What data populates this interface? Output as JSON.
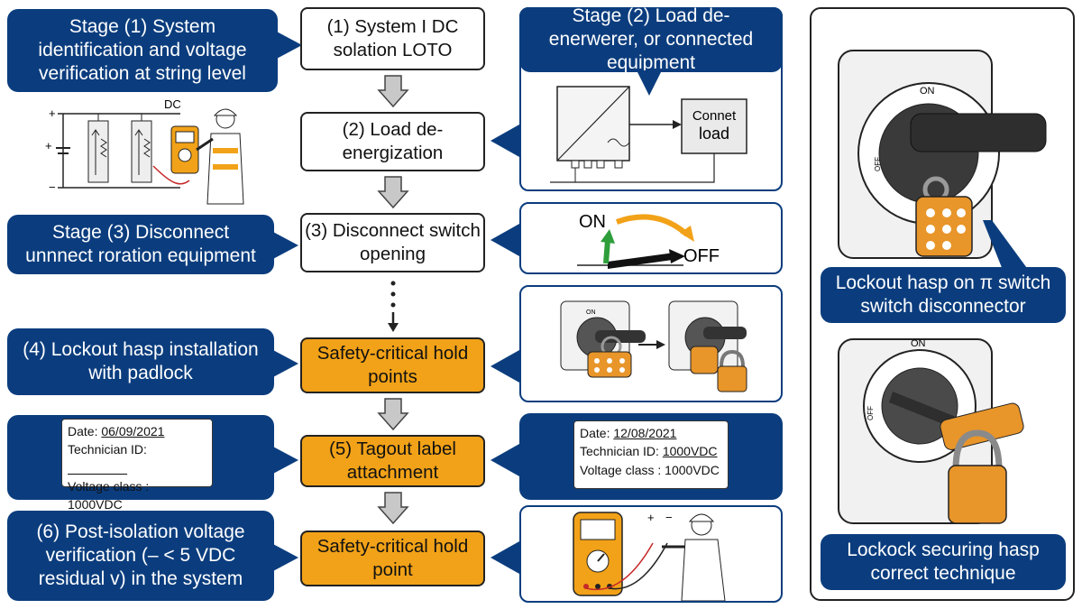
{
  "callouts": {
    "stage1": "Stage (1) System identification and voltage verification at string level",
    "stage2": "Stage (2) Load de-enerwerer, or connected equipment",
    "stage3": "Stage (3) Disconnect unnnect roration equipment",
    "stage4": "(4) Lockout hasp installation with padlock",
    "stage6": "(6) Post-isolation voltage verification (– < 5 VDC residual v) in the system",
    "right_top": "Lockout hasp on π switch switch disconnector",
    "right_bottom": "Lockock securing hasp correct technique"
  },
  "steps": {
    "s1": "(1) System I DC solation LOTO",
    "s2": "(2) Load de-energization",
    "s3": "(3) Disconnect switch opening",
    "s4": "Safety-critical hold points",
    "s5": "(5) Tagout label attachment",
    "s6": "Safety-critical hold point"
  },
  "illustrations": {
    "dc_label": "DC",
    "plus": "+",
    "minus": "−",
    "connect_load": "Connet load",
    "connect_load_line1": "Connet",
    "connect_load_line2": "load",
    "on_label": "ON",
    "off_label": "OFF",
    "switch_on": "ON",
    "switch_off": "OFF"
  },
  "tags": {
    "left": {
      "date_label": "Date:",
      "date_value": "06/09/2021",
      "tech_label": "Technician ID:",
      "tech_value": "",
      "volt_label": "Voltage class :",
      "volt_value": "1000VDC"
    },
    "right": {
      "date_label": "Date:",
      "date_value": "12/08/2021",
      "tech_label": "Technician ID:",
      "tech_value": "1000VDC",
      "volt_label": "Voltage class :",
      "volt_value": "1000VDC"
    }
  },
  "colors": {
    "callout_blue": "#0b3d7e",
    "hold_orange": "#f2a218",
    "lock_orange": "#e8952a",
    "arrow_gray": "#bdbdbd"
  }
}
